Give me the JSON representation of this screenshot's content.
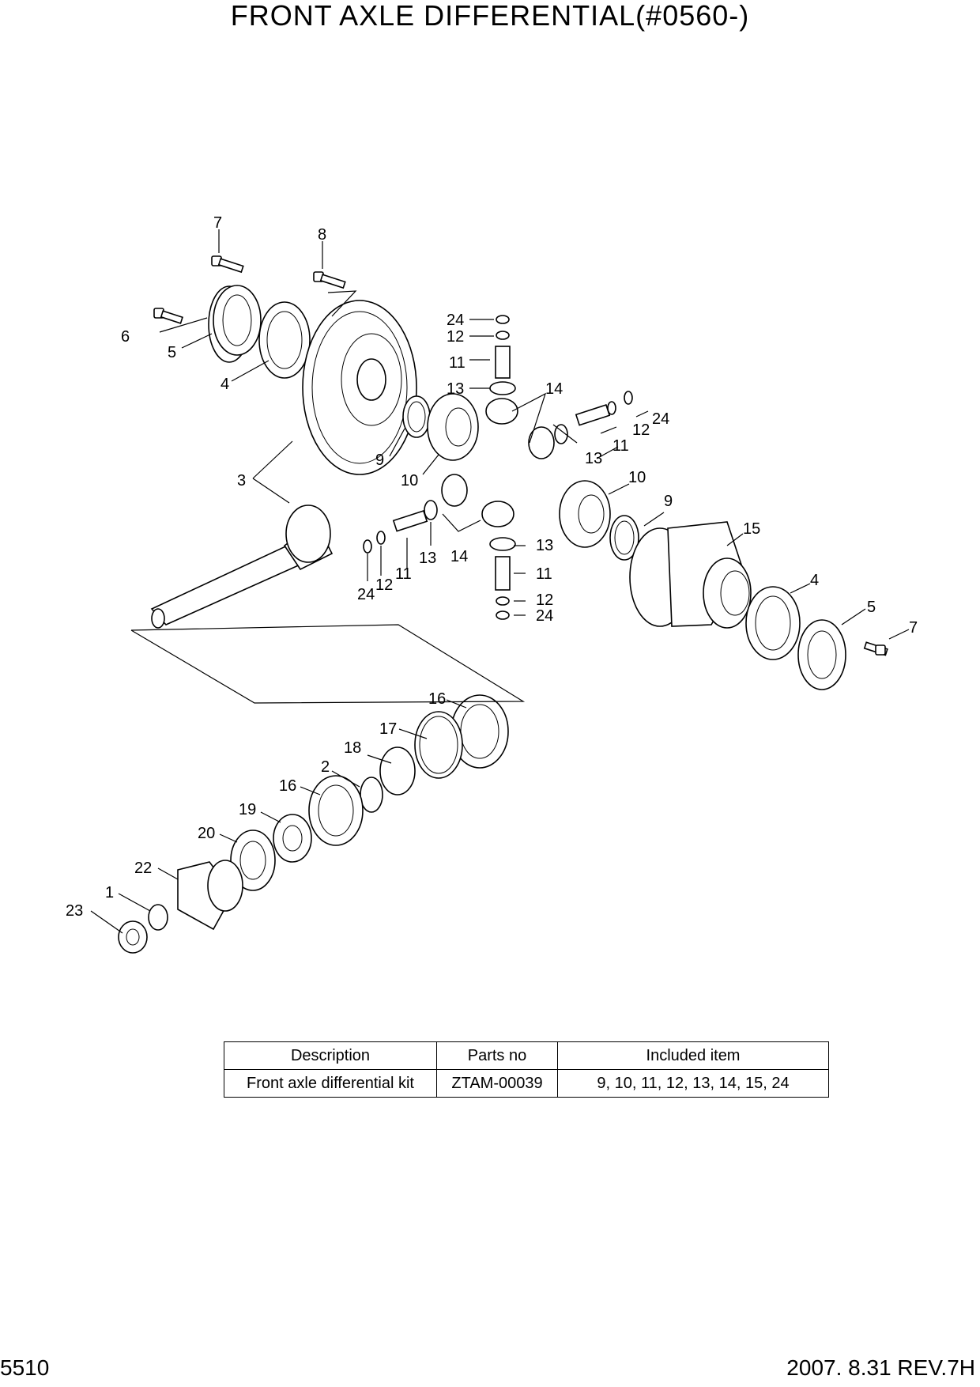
{
  "title": "FRONT AXLE DIFFERENTIAL(#0560-)",
  "callouts": [
    "1",
    "2",
    "3",
    "4",
    "5",
    "6",
    "7",
    "8",
    "9",
    "10",
    "11",
    "12",
    "13",
    "14",
    "15",
    "16",
    "17",
    "18",
    "19",
    "20",
    "22",
    "23",
    "24"
  ],
  "kit_table": {
    "headers": [
      "Description",
      "Parts no",
      "Included item"
    ],
    "rows": [
      [
        "Front axle differential kit",
        "ZTAM-00039",
        "9, 10, 11, 12, 13, 14, 15, 24"
      ]
    ]
  },
  "footer": {
    "page_number": "5510",
    "revision": "2007.  8.31  REV.7H"
  }
}
